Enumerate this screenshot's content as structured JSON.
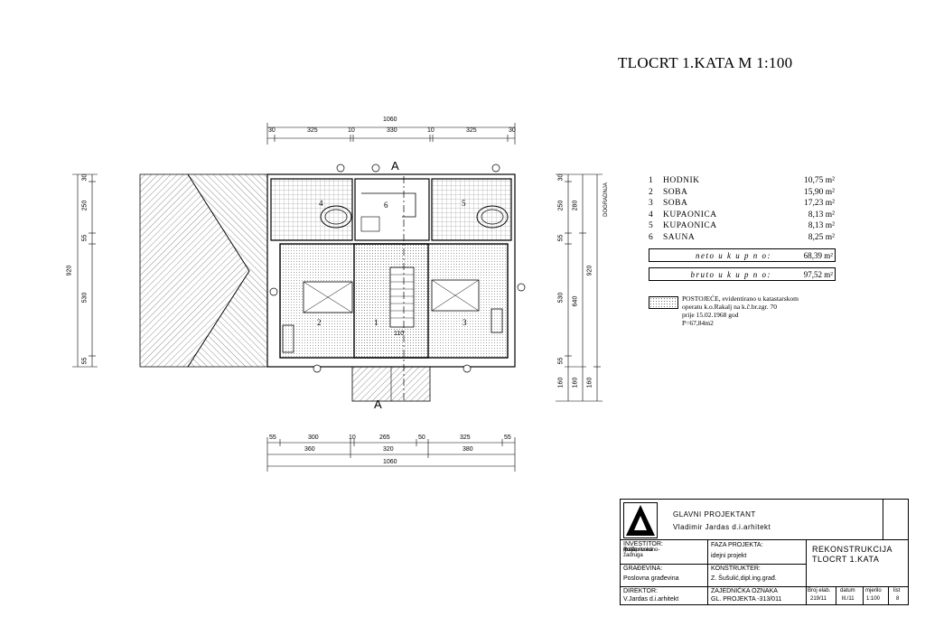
{
  "drawing_title": "TLOCRT 1.KATA  M 1:100",
  "dims": {
    "top_total": "1060",
    "top_parts": [
      "30",
      "325",
      "10",
      "330",
      "10",
      "325",
      "30"
    ],
    "bottom_inner": [
      "55",
      "300",
      "10",
      "265",
      "50",
      "325",
      "55"
    ],
    "bottom_mid": [
      "360",
      "320",
      "380"
    ],
    "bottom_total": "1060",
    "left_parts": [
      "30",
      "250",
      "55",
      "530",
      "55"
    ],
    "left_total": "920",
    "right_parts": [
      "30",
      "250",
      "55",
      "530",
      "55",
      "160"
    ],
    "right_mid": [
      "280",
      "640",
      "160"
    ],
    "right_total": "920",
    "dogradnja": "DOGRADNJA",
    "stair_110": "110"
  },
  "section_marks": [
    "A",
    "A"
  ],
  "room_numbers": [
    "1",
    "2",
    "3",
    "4",
    "5",
    "6"
  ],
  "rooms": [
    {
      "no": "1",
      "name": "HODNIK",
      "area": "10,75 m²"
    },
    {
      "no": "2",
      "name": "SOBA",
      "area": "15,90 m²"
    },
    {
      "no": "3",
      "name": "SOBA",
      "area": "17,23 m²"
    },
    {
      "no": "4",
      "name": "KUPAONICA",
      "area": "8,13 m²"
    },
    {
      "no": "5",
      "name": "KUPAONICA",
      "area": "8,13 m²"
    },
    {
      "no": "6",
      "name": "SAUNA",
      "area": "8,25 m²"
    }
  ],
  "neto_label": "neto  u k u p n o:",
  "neto_value": "68,39 m²",
  "bruto_label": "bruto  u k u p n o:",
  "bruto_value": "97,52 m²",
  "legend_lines": [
    "POSTOJEĆE, evidentirano u katastarskom",
    "operatu k.o.Rakalj na k.č.br.zgr. 70",
    "prije 15.02.1968 god",
    "P=67,84m2"
  ],
  "title_block": {
    "glavni_projektant": "GLAVNI PROJEKTANT",
    "architect": "Vladimir Jardas d.i.arhitekt",
    "investitor_label": "INVESTITOR:",
    "investitor": [
      "Poljoprivredno-",
      "građevinska zadruga",
      "Kolar"
    ],
    "faza_label": "FAZA PROJEKTA:",
    "faza": "idejni projekt",
    "gradevina_label": "GRAĐEVINA:",
    "gradevina": "Poslovna građevina",
    "konstrukter_label": "KONSTRUKTER:",
    "konstrukter": "Z. Šušulić,dipl.ing.građ.",
    "direktor_label": "DIREKTOR:",
    "direktor": "V.Jardas d.i.arhitekt",
    "zajednicka_label": "ZAJEDNIČKA OZNAKA",
    "zajednicka": "GL. PROJEKTA -313/011",
    "sheet_title": [
      "REKONSTRUKCIJA",
      "TLOCRT 1.KATA"
    ],
    "col_heads": [
      "Broj elab.",
      "datum",
      "mjerilo",
      "list"
    ],
    "col_vals": [
      "219/11",
      "lll./11",
      "1:100",
      "8"
    ]
  }
}
